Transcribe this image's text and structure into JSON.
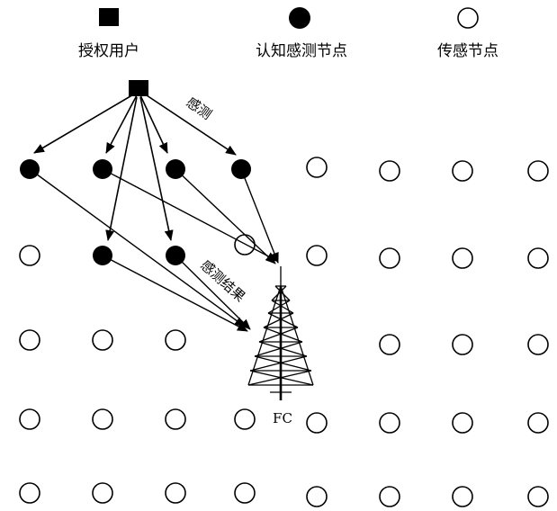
{
  "legend": {
    "primary_user": "授权用户",
    "cognitive_node": "认知感测节点",
    "sensor_node": "传感节点"
  },
  "annotations": {
    "sensing": "感测",
    "sensing_result": "感测结果"
  },
  "fusion_center": {
    "label": "FC"
  },
  "colors": {
    "stroke": "#000000",
    "background": "#ffffff"
  }
}
